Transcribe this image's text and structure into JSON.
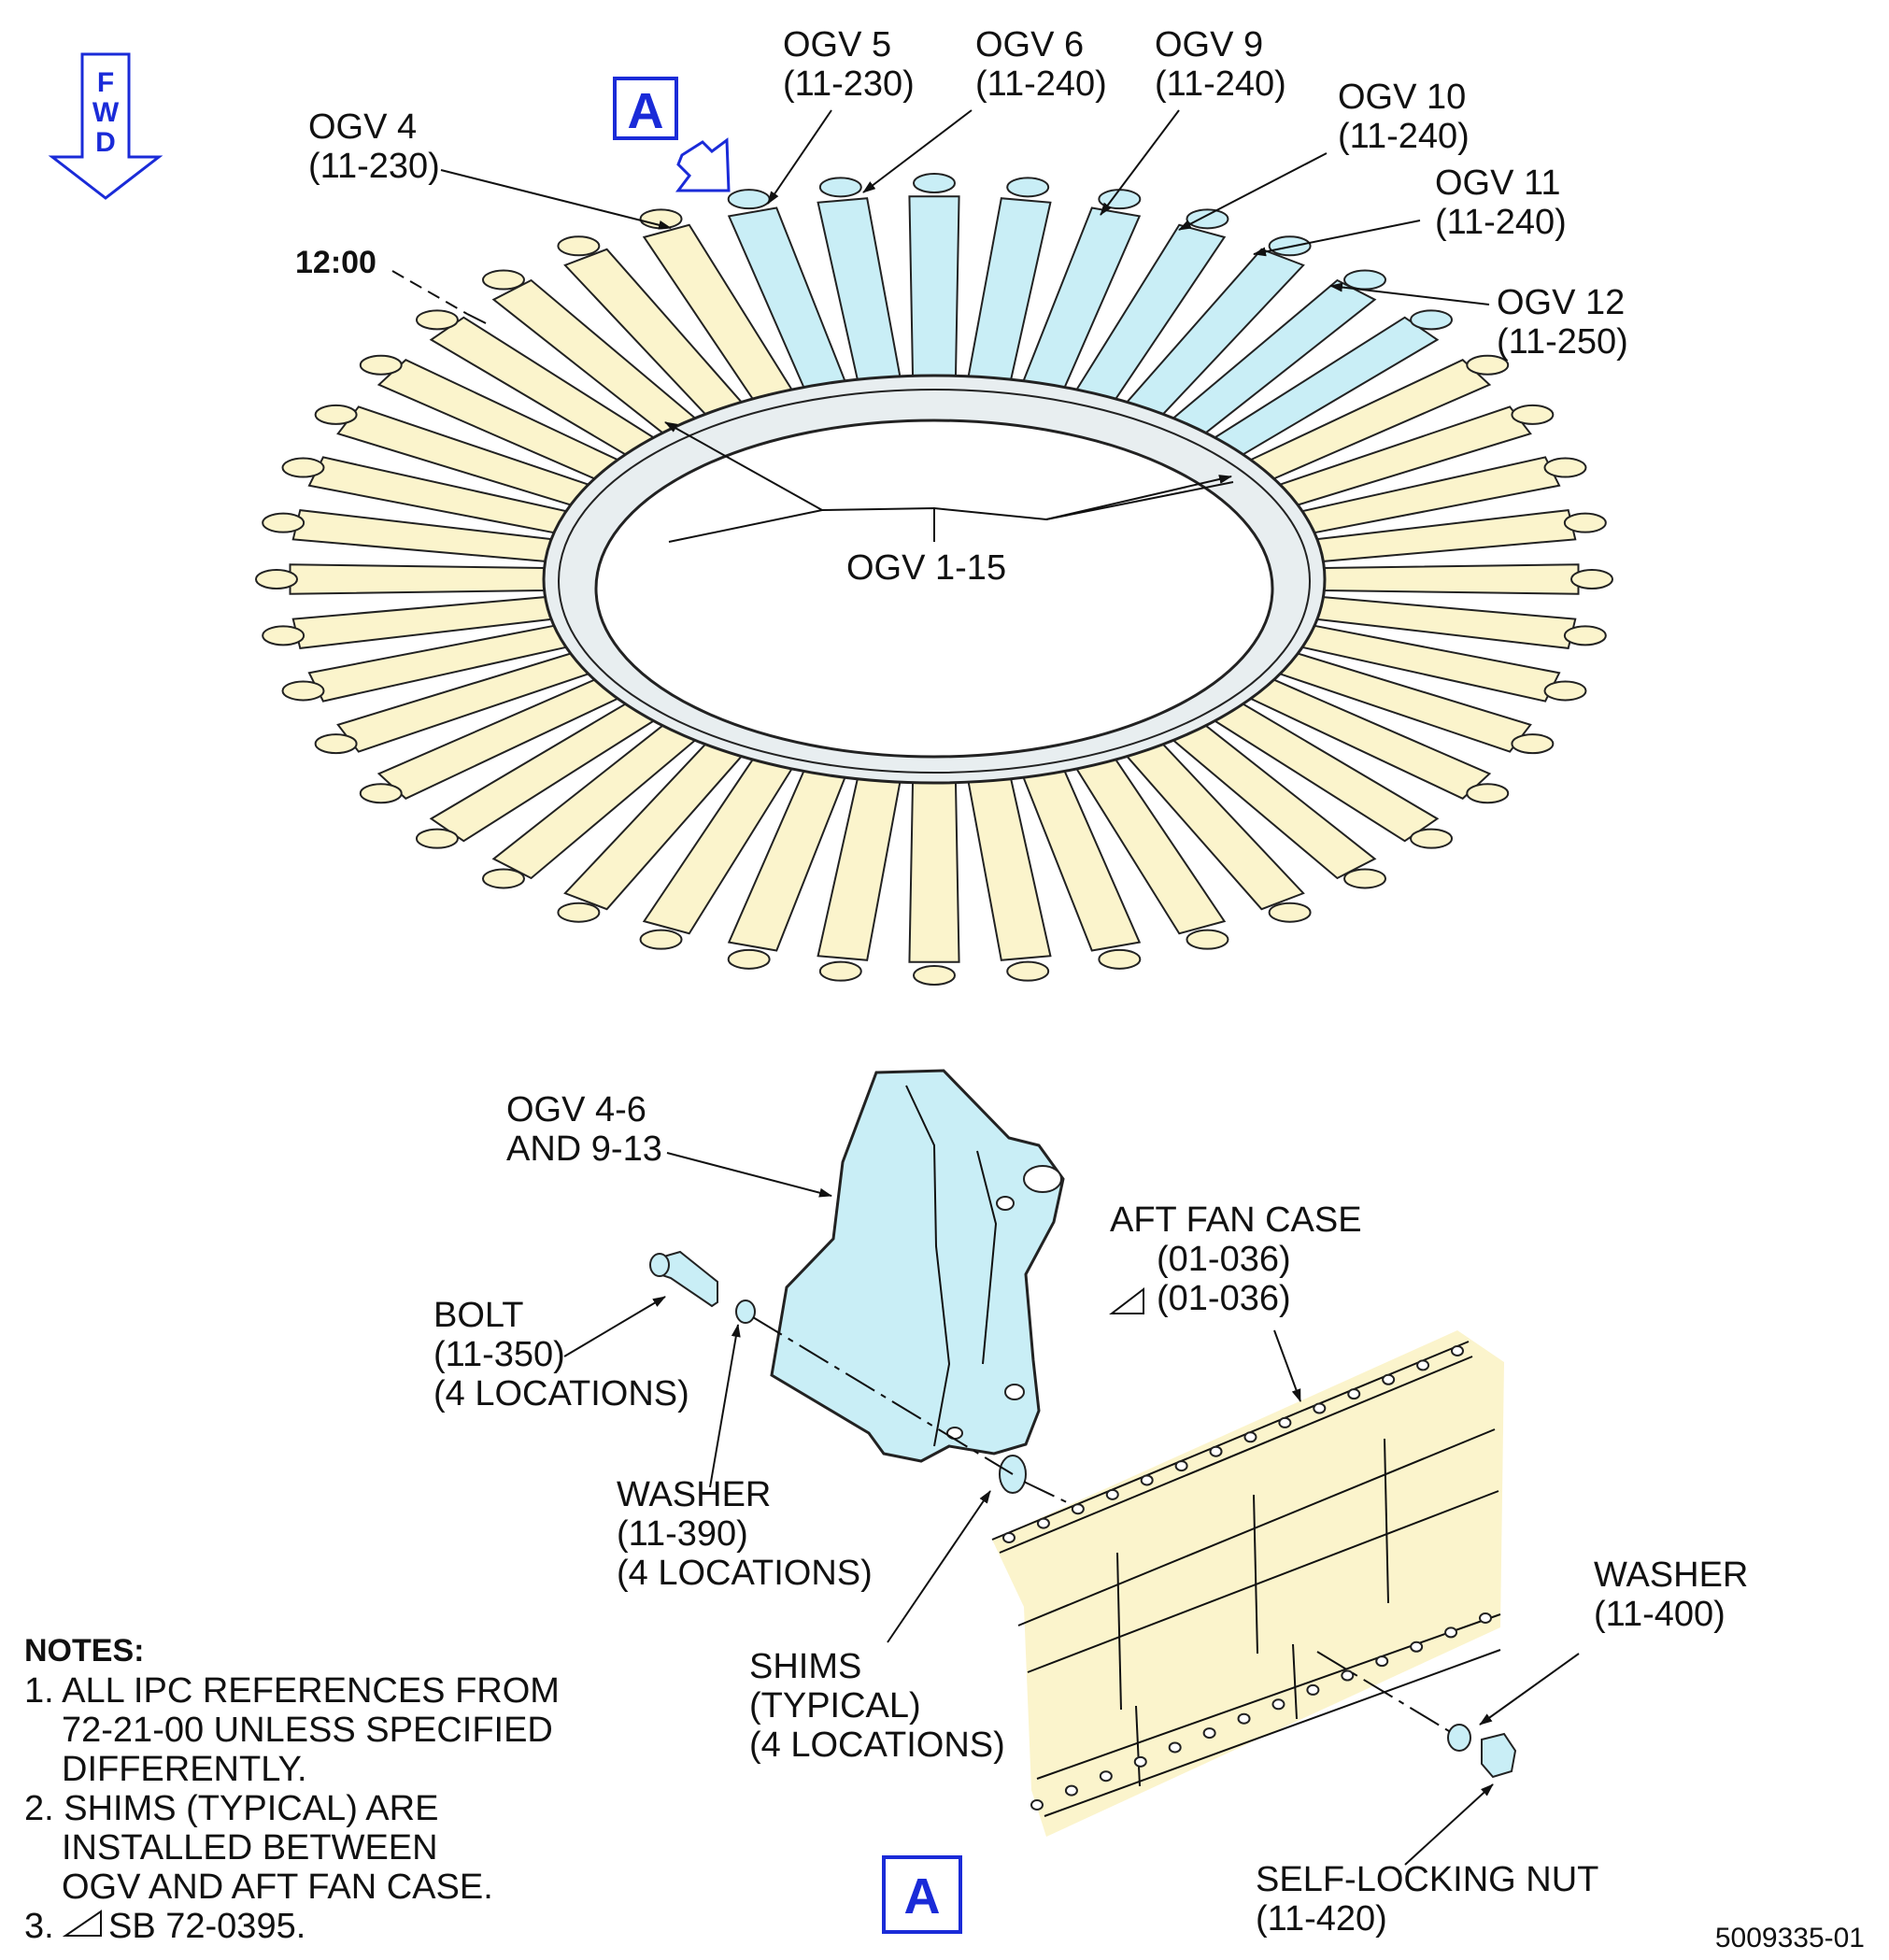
{
  "fwd": {
    "letters": [
      "F",
      "W",
      "D"
    ]
  },
  "view_flag": "A",
  "clock_label": "12:00",
  "callouts": {
    "ogv4": {
      "name": "OGV 4",
      "ref": "(11-230)"
    },
    "ogv5": {
      "name": "OGV 5",
      "ref": "(11-230)"
    },
    "ogv6": {
      "name": "OGV 6",
      "ref": "(11-240)"
    },
    "ogv9": {
      "name": "OGV 9",
      "ref": "(11-240)"
    },
    "ogv10": {
      "name": "OGV 10",
      "ref": "(11-240)"
    },
    "ogv11": {
      "name": "OGV 11",
      "ref": "(11-240)"
    },
    "ogv12": {
      "name": "OGV 12",
      "ref": "(11-250)"
    },
    "ogv_range": "OGV 1-15"
  },
  "detail": {
    "ogv_group": [
      "OGV 4-6",
      "AND 9-13"
    ],
    "aft_fan_case": [
      "AFT FAN CASE",
      "(01-036)",
      "(01-036)"
    ],
    "bolt": [
      "BOLT",
      "(11-350)",
      "(4 LOCATIONS)"
    ],
    "washer1": [
      "WASHER",
      "(11-390)",
      "(4 LOCATIONS)"
    ],
    "shims": [
      "SHIMS",
      "(TYPICAL)",
      "(4 LOCATIONS)"
    ],
    "washer2": [
      "WASHER",
      "(11-400)"
    ],
    "nut": [
      "SELF-LOCKING NUT",
      "(11-420)"
    ]
  },
  "notes": {
    "title": "NOTES:",
    "lines": [
      "1. ALL IPC REFERENCES FROM",
      "72-21-00 UNLESS SPECIFIED",
      "DIFFERENTLY.",
      "2. SHIMS (TYPICAL) ARE",
      "INSTALLED BETWEEN",
      "OGV AND AFT FAN CASE.",
      "3.",
      "SB 72-0395."
    ]
  },
  "figure_id": "5009335-01",
  "colors": {
    "blade_yellow": "#fbf4cc",
    "blade_blue": "#c9eef6",
    "flag_blue": "#1a2bd8"
  }
}
